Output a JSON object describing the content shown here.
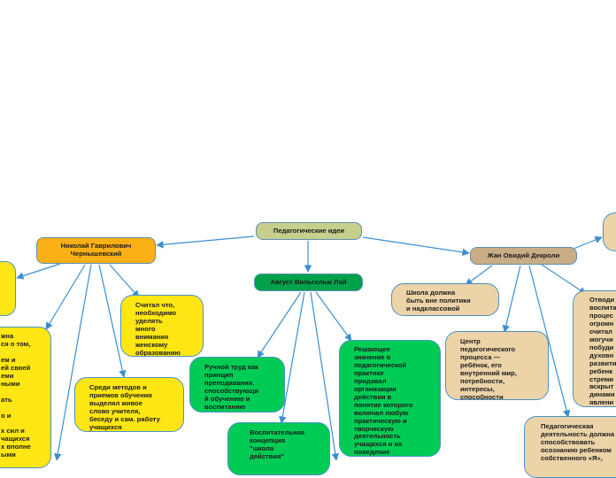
{
  "colors": {
    "edge": "#3b8fd0",
    "yellow": "#ffe614",
    "green": "#00cc55",
    "tan": "#ecd4a8",
    "orange": "#fbb017",
    "olive": "#c6cf8c",
    "dark_green": "#00a14b",
    "taupe": "#c8ad86"
  },
  "root": {
    "label": "Педагогические идеи"
  },
  "branches": {
    "chernyshevsky": {
      "label": "Николай Гаврилович\nЧернышевский"
    },
    "lai": {
      "label": "Август Вильгельм Лай"
    },
    "decroly": {
      "label": "Жан Овидий Декроли"
    }
  },
  "ideas": {
    "ch_women": "Считал что,\nнеобходимо\nуделять\nмного\nвнимания\nженскому\nобразованию",
    "ch_methods": "Среди методов и\nприемов обучения\nвыделял живое\nслово учителя,\nбеседу и сам. работу\nучащихся",
    "ch_left_partial": "жна\nся о том,\n\nем и\nей своей\nеми\nными\n\nать\n\nо и\n\nх сил и\nчащихся\nх вполне\nыми",
    "lai_handwork": "Ручной труд как\nпринцип\nпреподавания,\nспособствующи\nй обучению и\nвоспитанию",
    "lai_school": "Воспитательная\nконцепция\n\"школа\nдействия\"",
    "lai_action": "Решающее\nзначение в\nпедагогической\nпрактике\nпридавал\nорганизации\nдействия в\nпонятие которого\nвключал любую\nпрактическую и\nтворческую\nдеятельность\nучащихся и их\nповедение",
    "de_politics": "Школа должна\nбыть вне политики\nи надклассовой",
    "de_center": "Центр\nпедагогического\nпроцесса —\nребёнок, его\nвнутренний мир,\nпотребности,\nинтересы,\nспособности",
    "de_activity": "Педагогическая\nдеятельность должна\nспособствовать\nосознанию ребенком\nсобственного «Я»,",
    "de_right_partial": "Отводи\nвоспита\nпроцес\nогромн\nсчитал\nмогучи\nпобуди\nдуховн\nразвити\nребенк\nстреми\nвскрыт\nдинами\nявлени"
  }
}
